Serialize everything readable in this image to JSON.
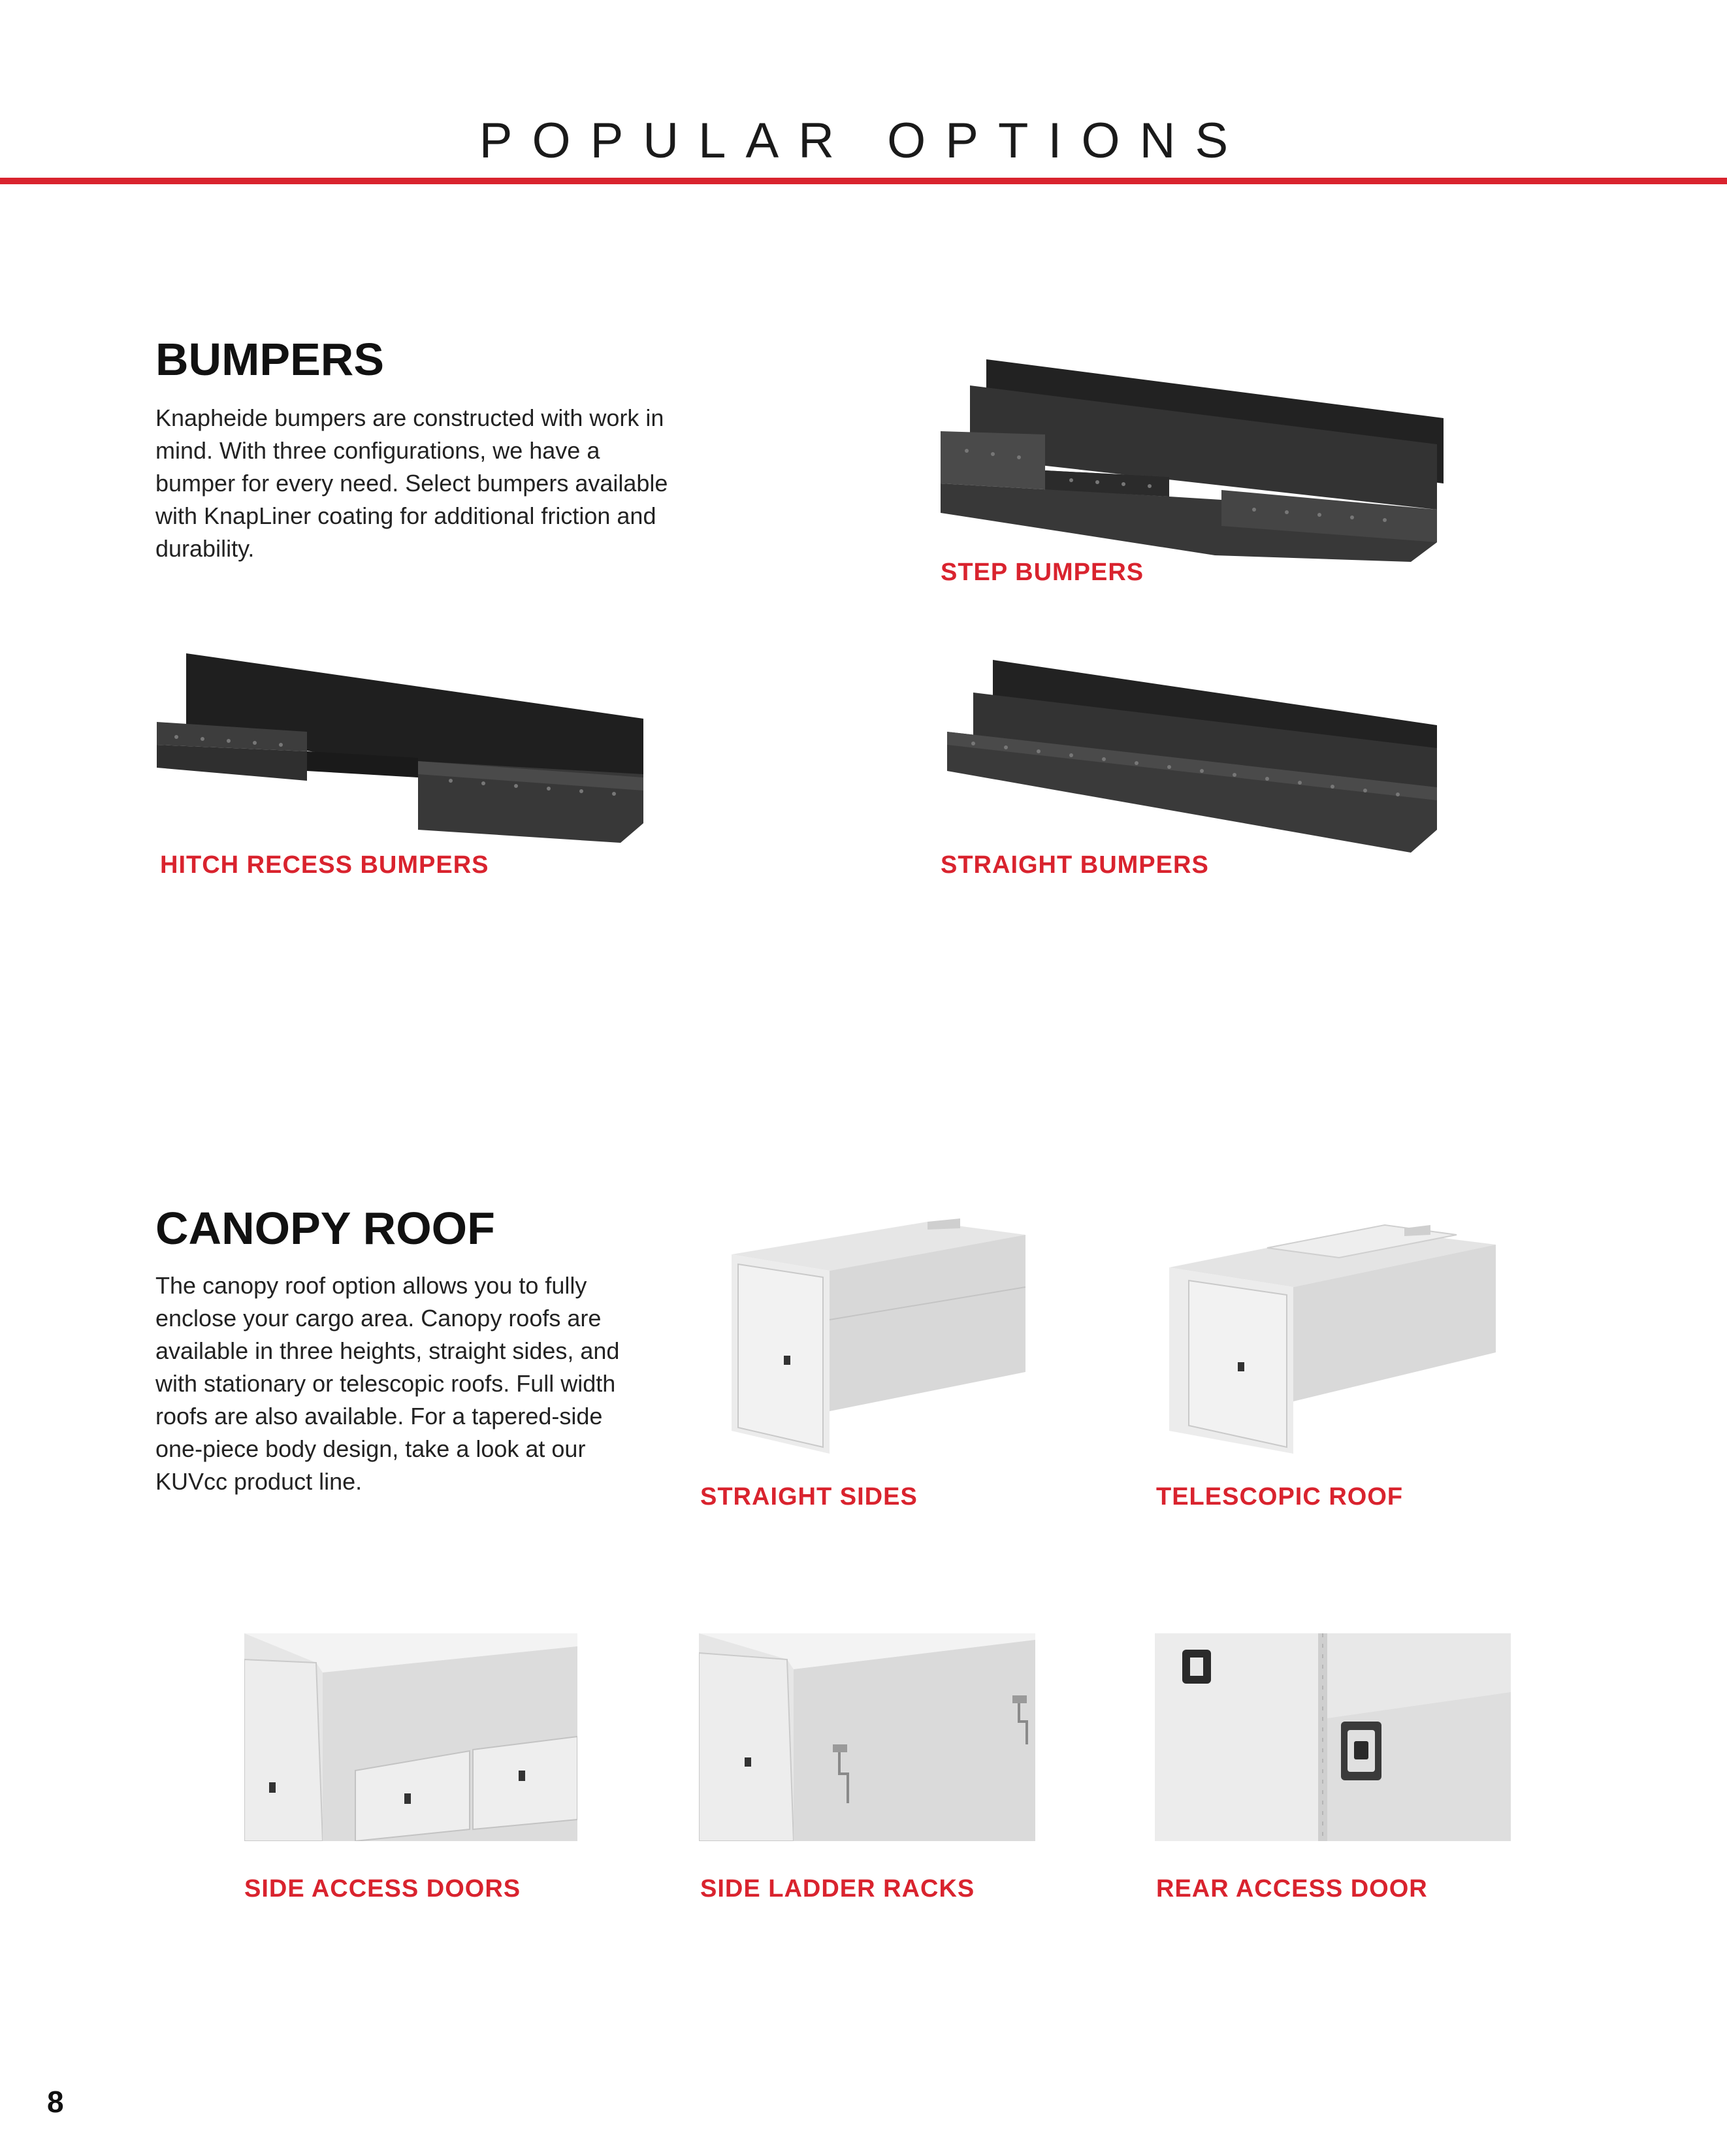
{
  "page": {
    "title": "POPULAR OPTIONS",
    "number": "8",
    "accent_color": "#d9232e"
  },
  "bumpers": {
    "heading": "BUMPERS",
    "description": "Knapheide bumpers are constructed with work in mind. With three configurations, we have a bumper for every need. Select bumpers available with KnapLiner coating for additional friction and durability.",
    "items": [
      {
        "label": "STEP BUMPERS"
      },
      {
        "label": "HITCH RECESS BUMPERS"
      },
      {
        "label": "STRAIGHT BUMPERS"
      }
    ]
  },
  "canopy": {
    "heading": "CANOPY ROOF",
    "description": "The canopy roof option allows you to fully enclose your cargo area. Canopy roofs are available in three heights, straight sides, and with stationary or telescopic roofs. Full width roofs are also available. For a tapered-side one-piece body design, take a look at our KUVcc product line.",
    "items": [
      {
        "label": "STRAIGHT SIDES"
      },
      {
        "label": "TELESCOPIC ROOF"
      },
      {
        "label": "SIDE ACCESS DOORS"
      },
      {
        "label": "SIDE LADDER RACKS"
      },
      {
        "label": "REAR ACCESS DOOR"
      }
    ]
  }
}
